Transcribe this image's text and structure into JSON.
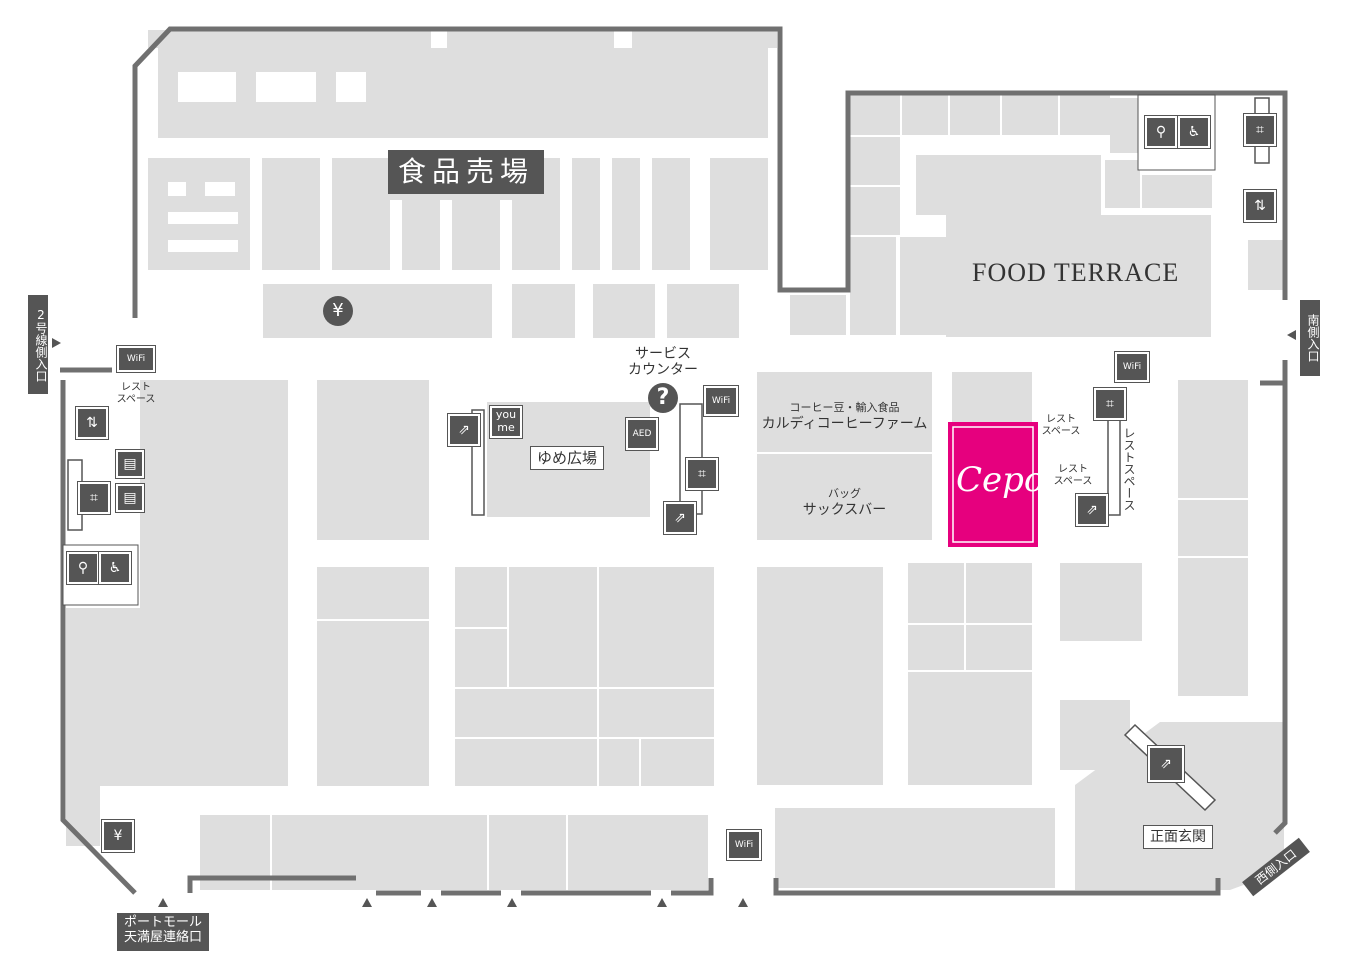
{
  "areas": {
    "food_hall": "食品売場",
    "food_terrace": "FOOD TERRACE",
    "yume_plaza": "ゆめ広場",
    "service_counter": "サービス\nカウンター",
    "kaldi_category": "コーヒー豆・輸入食品",
    "kaldi_name": "カルディコーヒーファーム",
    "sacs_category": "バッグ",
    "sacs_name": "サックスバー",
    "cepo_logo": "Cepo",
    "main_entrance": "正面玄関"
  },
  "rest_spaces": {
    "left": "レスト\nスペース",
    "right_upper": "レスト\nスペース",
    "right_lower": "レスト\nスペース",
    "right_vertical": "レストスペース"
  },
  "entrances": {
    "route2": "2号線側入口",
    "south": "南側入口",
    "west": "西側入口",
    "portmall": "ポートモール\n天満屋連絡口"
  },
  "icons": {
    "atm": "¥",
    "info": "?",
    "aed": "AED",
    "youme": "you\nme",
    "wifi": "WiFi"
  },
  "colors": {
    "store": "#dedede",
    "wall": "#707070",
    "highlight": "#e6007e",
    "icon_bg": "#555555"
  }
}
